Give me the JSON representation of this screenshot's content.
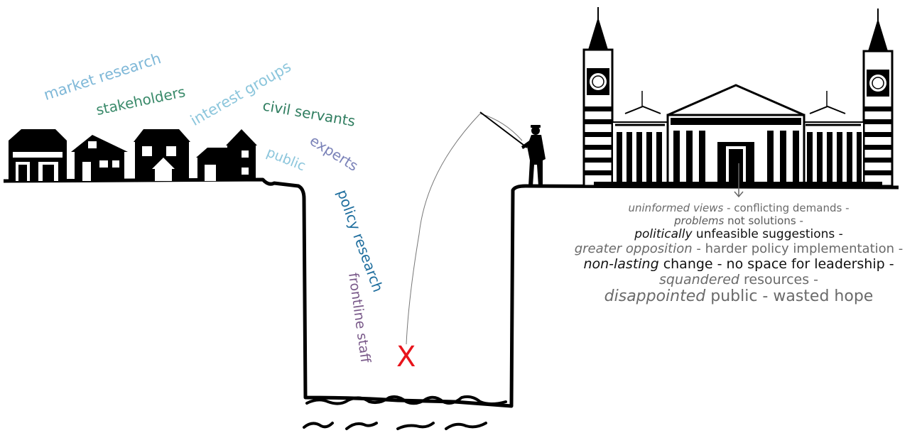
{
  "sources": {
    "market_research": "market research",
    "stakeholders": "stakeholders",
    "interest_groups": "interest groups",
    "civil_servants": "civil servants",
    "experts": "experts",
    "public": "public",
    "policy_research": "policy research",
    "frontline_staff": "frontline staff"
  },
  "marker": "X",
  "consequences": {
    "l1a": "uninformed views",
    "l1b": " - conflicting demands -",
    "l2a": "problems",
    "l2b": " not solutions -",
    "l3a": "politically",
    "l3b": " unfeasible suggestions -",
    "l4a": "greater opposition",
    "l4b": " - harder policy implementation -",
    "l5a": "non-lasting",
    "l5b": " change - no space for leadership -",
    "l6a": "squandered",
    "l6b": " resources -",
    "l7a": "disappointed",
    "l7b": " public - wasted hope"
  },
  "colors": {
    "market_research": "#7fb8d8",
    "stakeholders": "#3a8a6a",
    "interest_groups": "#8cc6dc",
    "civil_servants": "#2f7d5f",
    "experts": "#7a82b8",
    "public": "#8cc6dc",
    "policy_research": "#1f6e9e",
    "frontline_staff": "#7a5a8a",
    "marker": "#e8141b"
  },
  "icons": [
    "houses-icon",
    "fisherman-icon",
    "parliament-icon",
    "arrow-down-icon",
    "water-icon"
  ]
}
